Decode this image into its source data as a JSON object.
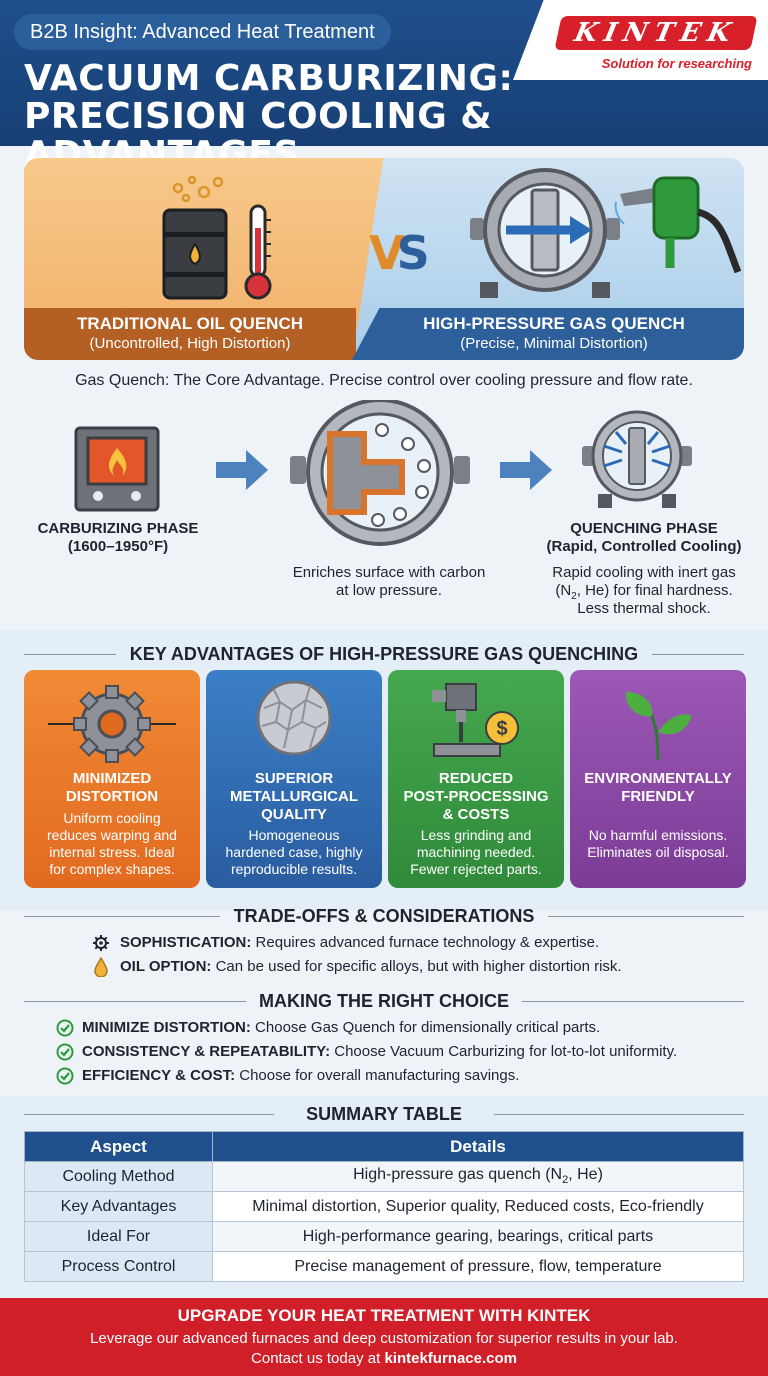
{
  "header": {
    "kicker": "B2B Insight: Advanced Heat Treatment",
    "title_line1": "VACUUM CARBURIZING:",
    "title_line2": "PRECISION COOLING & ADVANTAGES",
    "logo_text": "KINTEK",
    "logo_tagline": "Solution for researching"
  },
  "comparison": {
    "left_title": "TRADITIONAL OIL QUENCH",
    "left_sub": "(Uncontrolled, High Distortion)",
    "vs_v": "V",
    "vs_s": "S",
    "right_title": "HIGH-PRESSURE GAS QUENCH",
    "right_sub": "(Precise, Minimal Distortion)"
  },
  "core_advantage": "Gas Quench: The Core Advantage. Precise control over cooling pressure and flow rate.",
  "process": {
    "carb_title1": "CARBURIZING PHASE",
    "carb_title2": "(1600–1950°F)",
    "mid_desc1": "Enriches surface with carbon",
    "mid_desc2": "at low pressure.",
    "quench_title1": "QUENCHING PHASE",
    "quench_title2": "(Rapid, Controlled Cooling)",
    "quench_desc1": "Rapid cooling with inert gas",
    "quench_desc2a": "(N",
    "quench_desc2sub": "2",
    "quench_desc2b": ", He) for final hardness.",
    "quench_desc3": "Less thermal shock."
  },
  "advantages": {
    "title": "KEY ADVANTAGES OF HIGH-PRESSURE GAS QUENCHING",
    "cards": [
      {
        "t1": "MINIMIZED",
        "t2": "DISTORTION",
        "t3": "",
        "d1": "Uniform cooling",
        "d2": "reduces warping and",
        "d3": "internal stress. Ideal",
        "d4": "for complex shapes."
      },
      {
        "t1": "SUPERIOR",
        "t2": "METALLURGICAL",
        "t3": "QUALITY",
        "d1": "Homogeneous",
        "d2": "hardened case, highly",
        "d3": "reproducible results.",
        "d4": ""
      },
      {
        "t1": "REDUCED",
        "t2": "POST-PROCESSING",
        "t3": "& COSTS",
        "d1": "Less grinding and",
        "d2": "machining needed.",
        "d3": "Fewer rejected parts.",
        "d4": ""
      },
      {
        "t1": "ENVIRONMENTALLY",
        "t2": "FRIENDLY",
        "t3": "",
        "d1": "No harmful emissions.",
        "d2": "Eliminates oil disposal.",
        "d3": "",
        "d4": ""
      }
    ],
    "colors": [
      "#e8782a",
      "#2f6db3",
      "#3a9a45",
      "#8f4aa6"
    ]
  },
  "tradeoffs": {
    "title": "TRADE-OFFS & CONSIDERATIONS",
    "items": [
      {
        "label": "SOPHISTICATION:",
        "text": " Requires advanced furnace technology & expertise."
      },
      {
        "label": "OIL OPTION:",
        "text": " Can be used for specific alloys, but with higher distortion risk."
      }
    ]
  },
  "choice": {
    "title": "MAKING THE RIGHT CHOICE",
    "items": [
      {
        "label": "MINIMIZE DISTORTION:",
        "text": " Choose Gas Quench for dimensionally critical parts."
      },
      {
        "label": "CONSISTENCY & REPEATABILITY:",
        "text": " Choose Vacuum Carburizing for lot-to-lot uniformity."
      },
      {
        "label": "EFFICIENCY & COST:",
        "text": " Choose for overall manufacturing savings."
      }
    ]
  },
  "summary": {
    "title": "SUMMARY TABLE",
    "col1": "Aspect",
    "col2": "Details",
    "rows": [
      {
        "aspect": "Cooling Method",
        "d_a": "High-pressure gas quench (N",
        "d_sub": "2",
        "d_b": ", He)"
      },
      {
        "aspect": "Key Advantages",
        "d_a": "Minimal distortion, Superior quality, Reduced costs, Eco-friendly",
        "d_sub": "",
        "d_b": ""
      },
      {
        "aspect": "Ideal For",
        "d_a": "High-performance gearing, bearings, critical parts",
        "d_sub": "",
        "d_b": ""
      },
      {
        "aspect": "Process Control",
        "d_a": "Precise management of pressure, flow, temperature",
        "d_sub": "",
        "d_b": ""
      }
    ]
  },
  "footer": {
    "title": "UPGRADE YOUR HEAT TREATMENT WITH KINTEK",
    "line1": "Leverage our advanced furnaces and deep customization for superior results in your lab.",
    "line2_a": "Contact us today at ",
    "line2_b": "kintekfurnace.com"
  },
  "icons": {
    "oil_barrel": "oil-barrel-icon",
    "thermometer": "thermometer-icon",
    "gas_chamber": "gas-quench-chamber-icon",
    "fuel_nozzle": "gas-nozzle-icon",
    "furnace": "furnace-icon",
    "carbon_chamber": "carbon-diffusion-chamber-icon",
    "quench_chamber": "quench-chamber-icon",
    "gear": "gear-icon",
    "grain": "metal-grain-icon",
    "drill": "drill-coin-icon",
    "leaf": "leaf-icon",
    "tradeoff_gear": "gear-outline-icon",
    "oil_drop": "oil-drop-icon",
    "check": "check-circle-icon"
  }
}
